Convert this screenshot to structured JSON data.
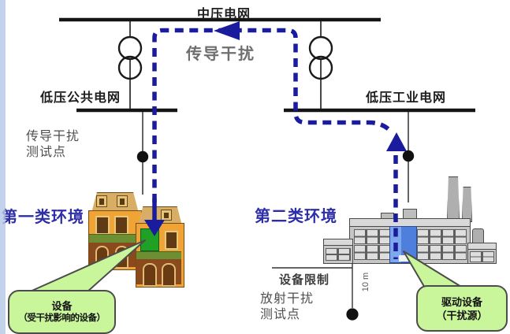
{
  "diagram": {
    "title_context": "EMC environment diagram",
    "labels": {
      "medium_voltage_grid": "中压电网",
      "lv_public_grid": "低压公共电网",
      "lv_industrial_grid": "低压工业电网",
      "conducted_interference": "传导干扰",
      "conducted_test_point": "传导干扰\n测试点",
      "env_class1": "第一类环境",
      "env_class2": "第二类环境",
      "equipment_limit": "设备限制",
      "radiated_test_point": "放射干扰\n测试点",
      "distance": "10 m"
    },
    "callouts": {
      "left": {
        "line1": "设备",
        "line2": "（受干扰影响的设备）"
      },
      "right": {
        "line1": "驱动设备",
        "line2": "（干扰源）"
      }
    },
    "colors": {
      "interference_path": "#1b1b9e",
      "env_label_blue": "#2e2ea8",
      "callout_fill": "#c9f59b",
      "house_body_orange": "#f0a435",
      "factory_gray": "#c6c6c6",
      "device_blue": "#4f7fdd",
      "door_green": "#21a026",
      "bus_black": "#141414"
    }
  }
}
